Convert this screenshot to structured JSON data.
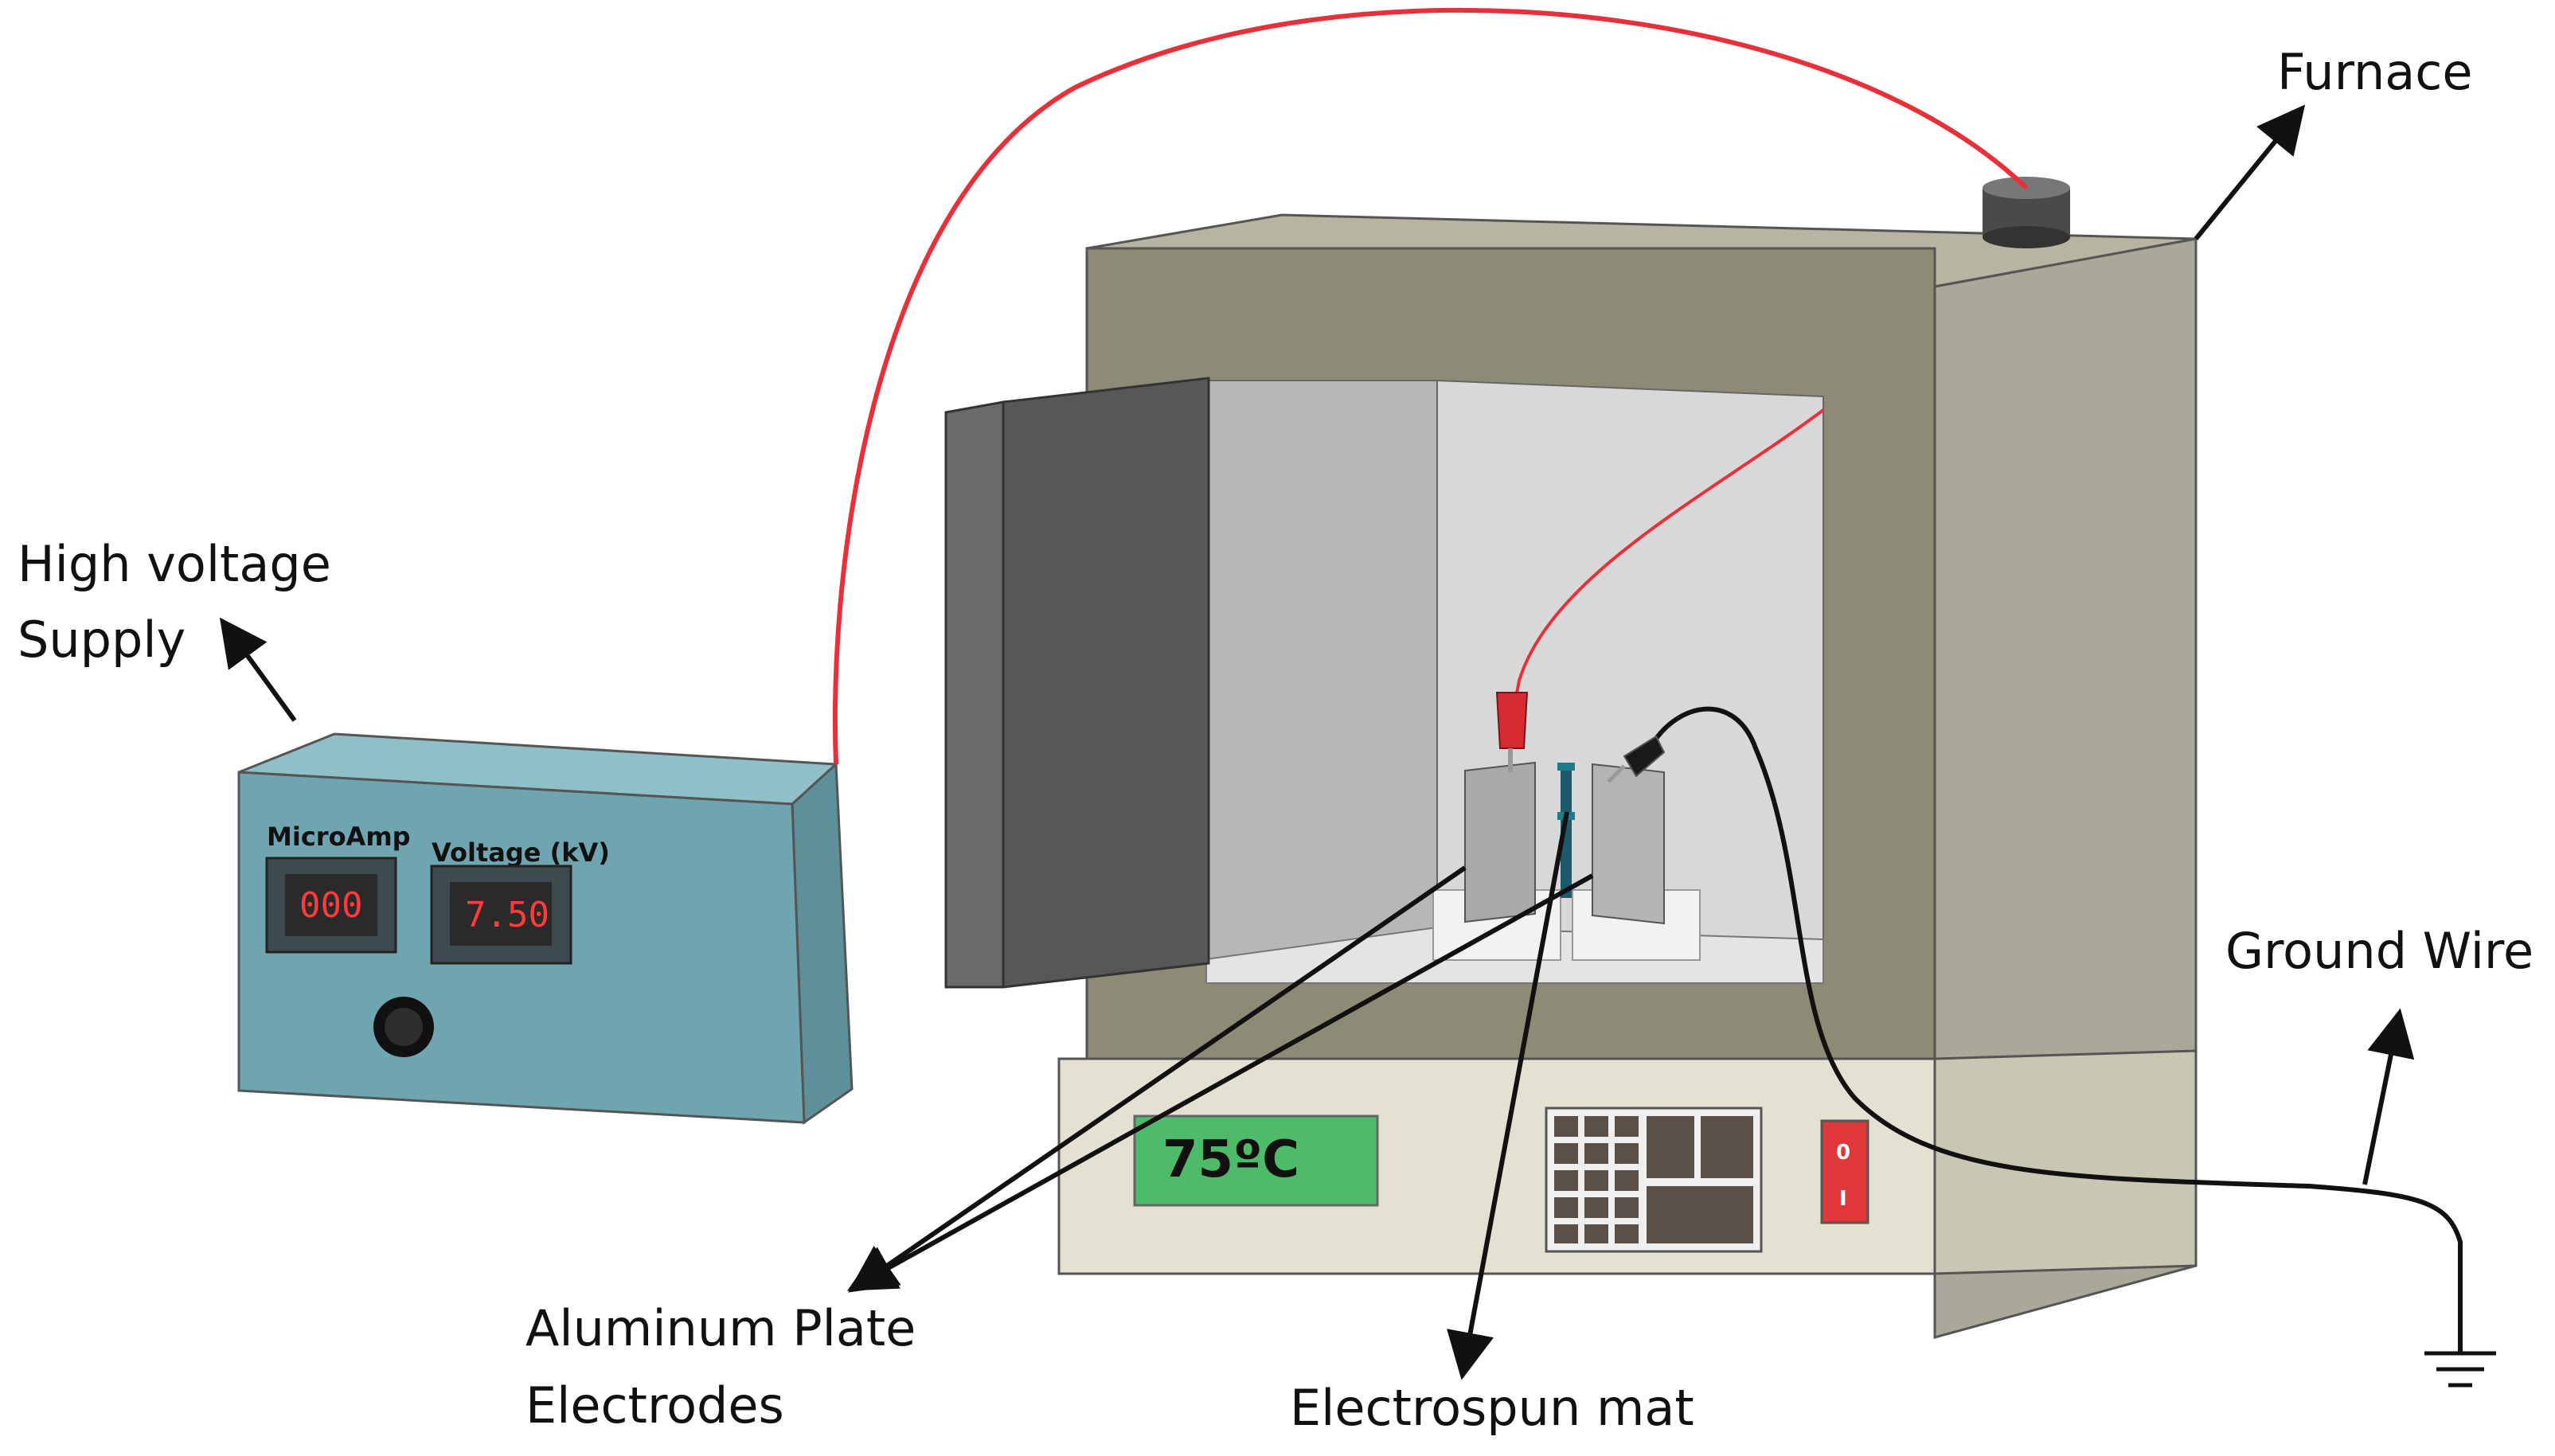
{
  "labels": {
    "furnace": "Furnace",
    "hv_supply_line1": "High voltage",
    "hv_supply_line2": "Supply",
    "ground_wire": "Ground Wire",
    "electrodes_line1": "Aluminum Plate",
    "electrodes_line2": "Electrodes",
    "mat": "Electrospun mat"
  },
  "hv_supply": {
    "current_label": "MicroAmp",
    "current_value": "000",
    "voltage_label": "Voltage (kV)",
    "voltage_value": "7.50"
  },
  "furnace": {
    "temperature": "75ºC",
    "switch_off": "0",
    "switch_on": "I"
  },
  "colors": {
    "hv_wire": "#e8303a",
    "ground_wire": "#111111",
    "supply_body": "#6fa5b0",
    "furnace_body": "#8d8b76",
    "display_green": "#4dbb6a",
    "switch_red": "#e0383a"
  }
}
